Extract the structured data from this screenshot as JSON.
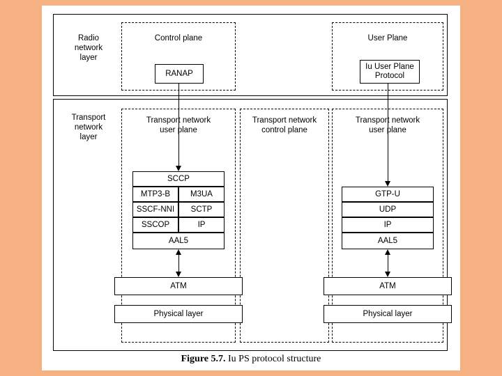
{
  "figure": {
    "caption_label": "Figure 5.7.",
    "caption_text": "Iu PS protocol structure"
  },
  "layers": {
    "radio": "Radio\nnetwork\nlayer",
    "transport": "Transport\nnetwork\nlayer"
  },
  "planes": {
    "control_plane": "Control plane",
    "user_plane": "User Plane",
    "tn_user_plane_left": "Transport network\nuser plane",
    "tn_control_plane": "Transport network\ncontrol plane",
    "tn_user_plane_right": "Transport network\nuser plane"
  },
  "blocks": {
    "ranap": "RANAP",
    "iu_user_plane_protocol": "Iu User Plane\nProtocol",
    "sccp": "SCCP",
    "mtp3b": "MTP3-B",
    "m3ua": "M3UA",
    "sscf_nni": "SSCF-NNI",
    "sctp": "SCTP",
    "sscop": "SSCOP",
    "ip_left": "IP",
    "aal5_left": "AAL5",
    "atm_left": "ATM",
    "physical_left": "Physical layer",
    "gtp_u": "GTP-U",
    "udp": "UDP",
    "ip_right": "IP",
    "aal5_right": "AAL5",
    "atm_right": "ATM",
    "physical_right": "Physical layer"
  },
  "colors": {
    "background": "#f6b183",
    "page": "#ffffff",
    "line": "#000000"
  }
}
